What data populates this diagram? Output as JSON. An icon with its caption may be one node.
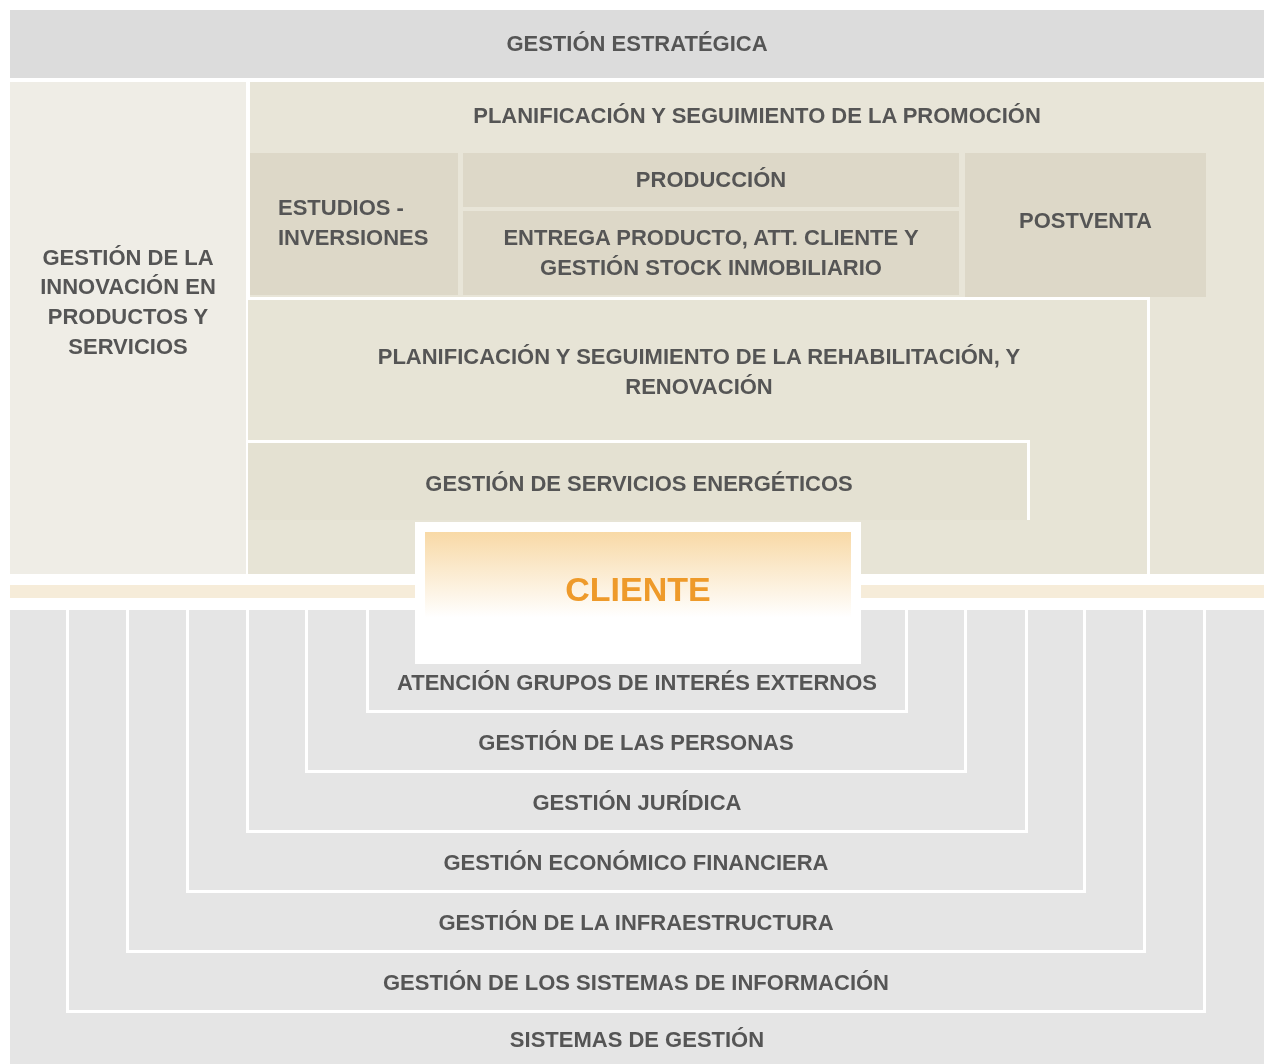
{
  "diagram": {
    "nodes": [
      {
        "text": [
          "GESTIÓN ESTRATÉGICA"
        ]
      },
      {
        "text": [
          "GESTIÓN DE LA INNOVACIÓN EN PRODUCTOS Y SERVICIOS"
        ]
      },
      {
        "text": [
          "PLANIFICACIÓN Y SEGUIMIENTO DE LA PROMOCIÓN"
        ]
      },
      {
        "text": [
          "ESTUDIOS - INVERSIONES"
        ],
        "in": 2
      },
      {
        "text": [
          "PRODUCCIÓN"
        ],
        "in": 2
      },
      {
        "text": [
          "ENTREGA PRODUCTO, ATT. CLIENTE Y GESTIÓN STOCK INMOBILIARIO"
        ],
        "in": 2
      },
      {
        "text": [
          "POSTVENTA"
        ],
        "in": 2
      },
      {
        "text": [
          "PLANIFICACIÓN Y SEGUIMIENTO DE LA REHABILITACIÓN, Y RENOVACIÓN"
        ],
        "in": 2
      },
      {
        "text": [
          "GESTIÓN DE SERVICIOS ENERGÉTICOS"
        ],
        "in": 7
      },
      {
        "text": [
          "CLIENTE"
        ]
      },
      {
        "text": [
          "SISTEMAS DE GESTIÓN"
        ]
      },
      {
        "text": [
          "GESTIÓN DE LOS SISTEMAS DE INFORMACIÓN"
        ],
        "in": 10
      },
      {
        "text": [
          "GESTIÓN DE LA INFRAESTRUCTURA"
        ],
        "in": 11
      },
      {
        "text": [
          "GESTIÓN ECONÓMICO FINANCIERA"
        ],
        "in": 12
      },
      {
        "text": [
          "GESTIÓN JURÍDICA"
        ],
        "in": 13
      },
      {
        "text": [
          "GESTIÓN DE LAS PERSONAS"
        ],
        "in": 14
      },
      {
        "text": [
          "ATENCIÓN GRUPOS DE INTERÉS EXTERNOS"
        ],
        "in": 15
      }
    ]
  }
}
